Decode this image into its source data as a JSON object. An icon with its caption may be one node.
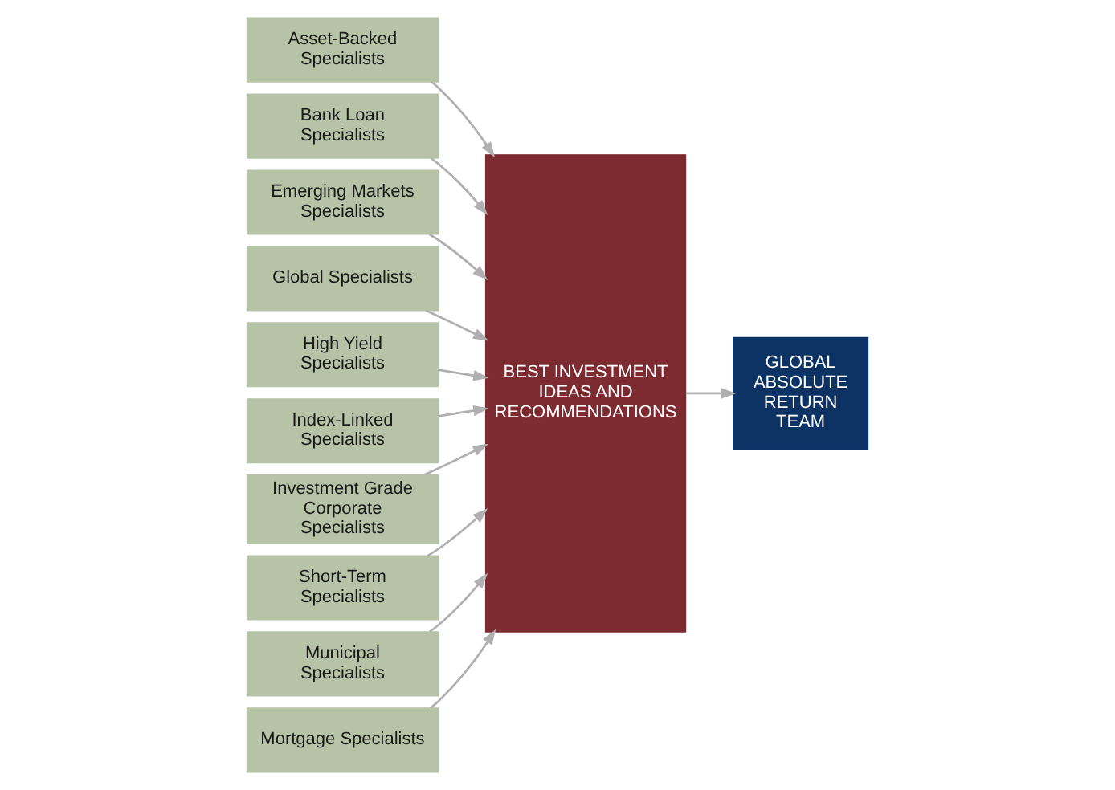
{
  "diagram": {
    "nodes": [
      {
        "text": [
          "Asset-Backed Specialists"
        ]
      },
      {
        "text": [
          "Bank Loan Specialists"
        ]
      },
      {
        "text": [
          "Emerging Markets Specialists"
        ]
      },
      {
        "text": [
          "Global Specialists"
        ]
      },
      {
        "text": [
          "High Yield Specialists"
        ]
      },
      {
        "text": [
          "Index-Linked Specialists"
        ]
      },
      {
        "text": [
          "Investment Grade Corporate Specialists"
        ]
      },
      {
        "text": [
          "Short-Term Specialists"
        ]
      },
      {
        "text": [
          "Municipal Specialists"
        ]
      },
      {
        "text": [
          "Mortgage Specialists"
        ]
      },
      {
        "text": [
          "BEST INVESTMENT IDEAS AND RECOMMENDATIONS"
        ]
      },
      {
        "text": [
          "GLOBAL ABSOLUTE RETURN TEAM"
        ]
      }
    ],
    "edges": [
      {
        "from": 0,
        "to": 10,
        "arrow": "to"
      },
      {
        "from": 1,
        "to": 10,
        "arrow": "to"
      },
      {
        "from": 2,
        "to": 10,
        "arrow": "to"
      },
      {
        "from": 3,
        "to": 10,
        "arrow": "to"
      },
      {
        "from": 4,
        "to": 10,
        "arrow": "to"
      },
      {
        "from": 5,
        "to": 10,
        "arrow": "to"
      },
      {
        "from": 6,
        "to": 10,
        "arrow": "to"
      },
      {
        "from": 7,
        "to": 10,
        "arrow": "to"
      },
      {
        "from": 8,
        "to": 10,
        "arrow": "to"
      },
      {
        "from": 9,
        "to": 10,
        "arrow": "to"
      },
      {
        "from": 10,
        "to": 11,
        "arrow": "to"
      }
    ]
  }
}
